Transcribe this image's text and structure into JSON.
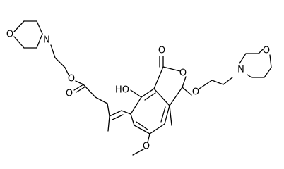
{
  "structure": {
    "atoms": {
      "O_ring_left": "O",
      "N_left": "N",
      "O_ester": "O",
      "O_carbonyl_ester": "O",
      "OH": "HO",
      "O_lactone_carbonyl": "O",
      "O_lactone_ring": "O",
      "O_ether": "O",
      "N_right": "N",
      "O_ring_right": "O",
      "O_methoxy": "O"
    }
  }
}
